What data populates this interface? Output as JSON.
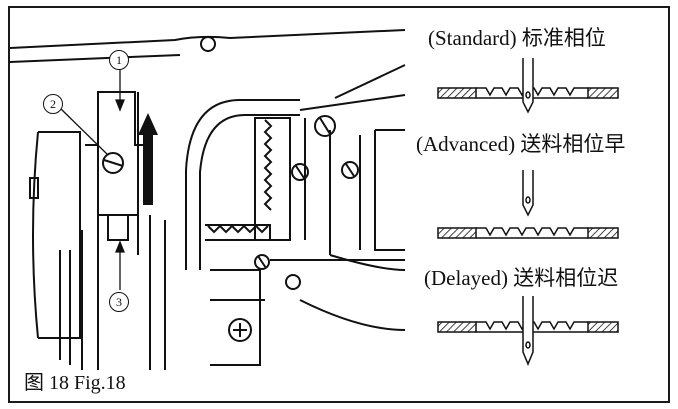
{
  "figure": {
    "caption": "图 18 Fig.18"
  },
  "callouts": {
    "c1": "1",
    "c2": "2",
    "c3": "3"
  },
  "phases": {
    "standard": "(Standard) 标准相位",
    "advanced": "(Advanced) 送料相位早",
    "delayed": "(Delayed) 送料相位迟"
  },
  "colors": {
    "ink": "#111111",
    "paper": "#ffffff"
  }
}
